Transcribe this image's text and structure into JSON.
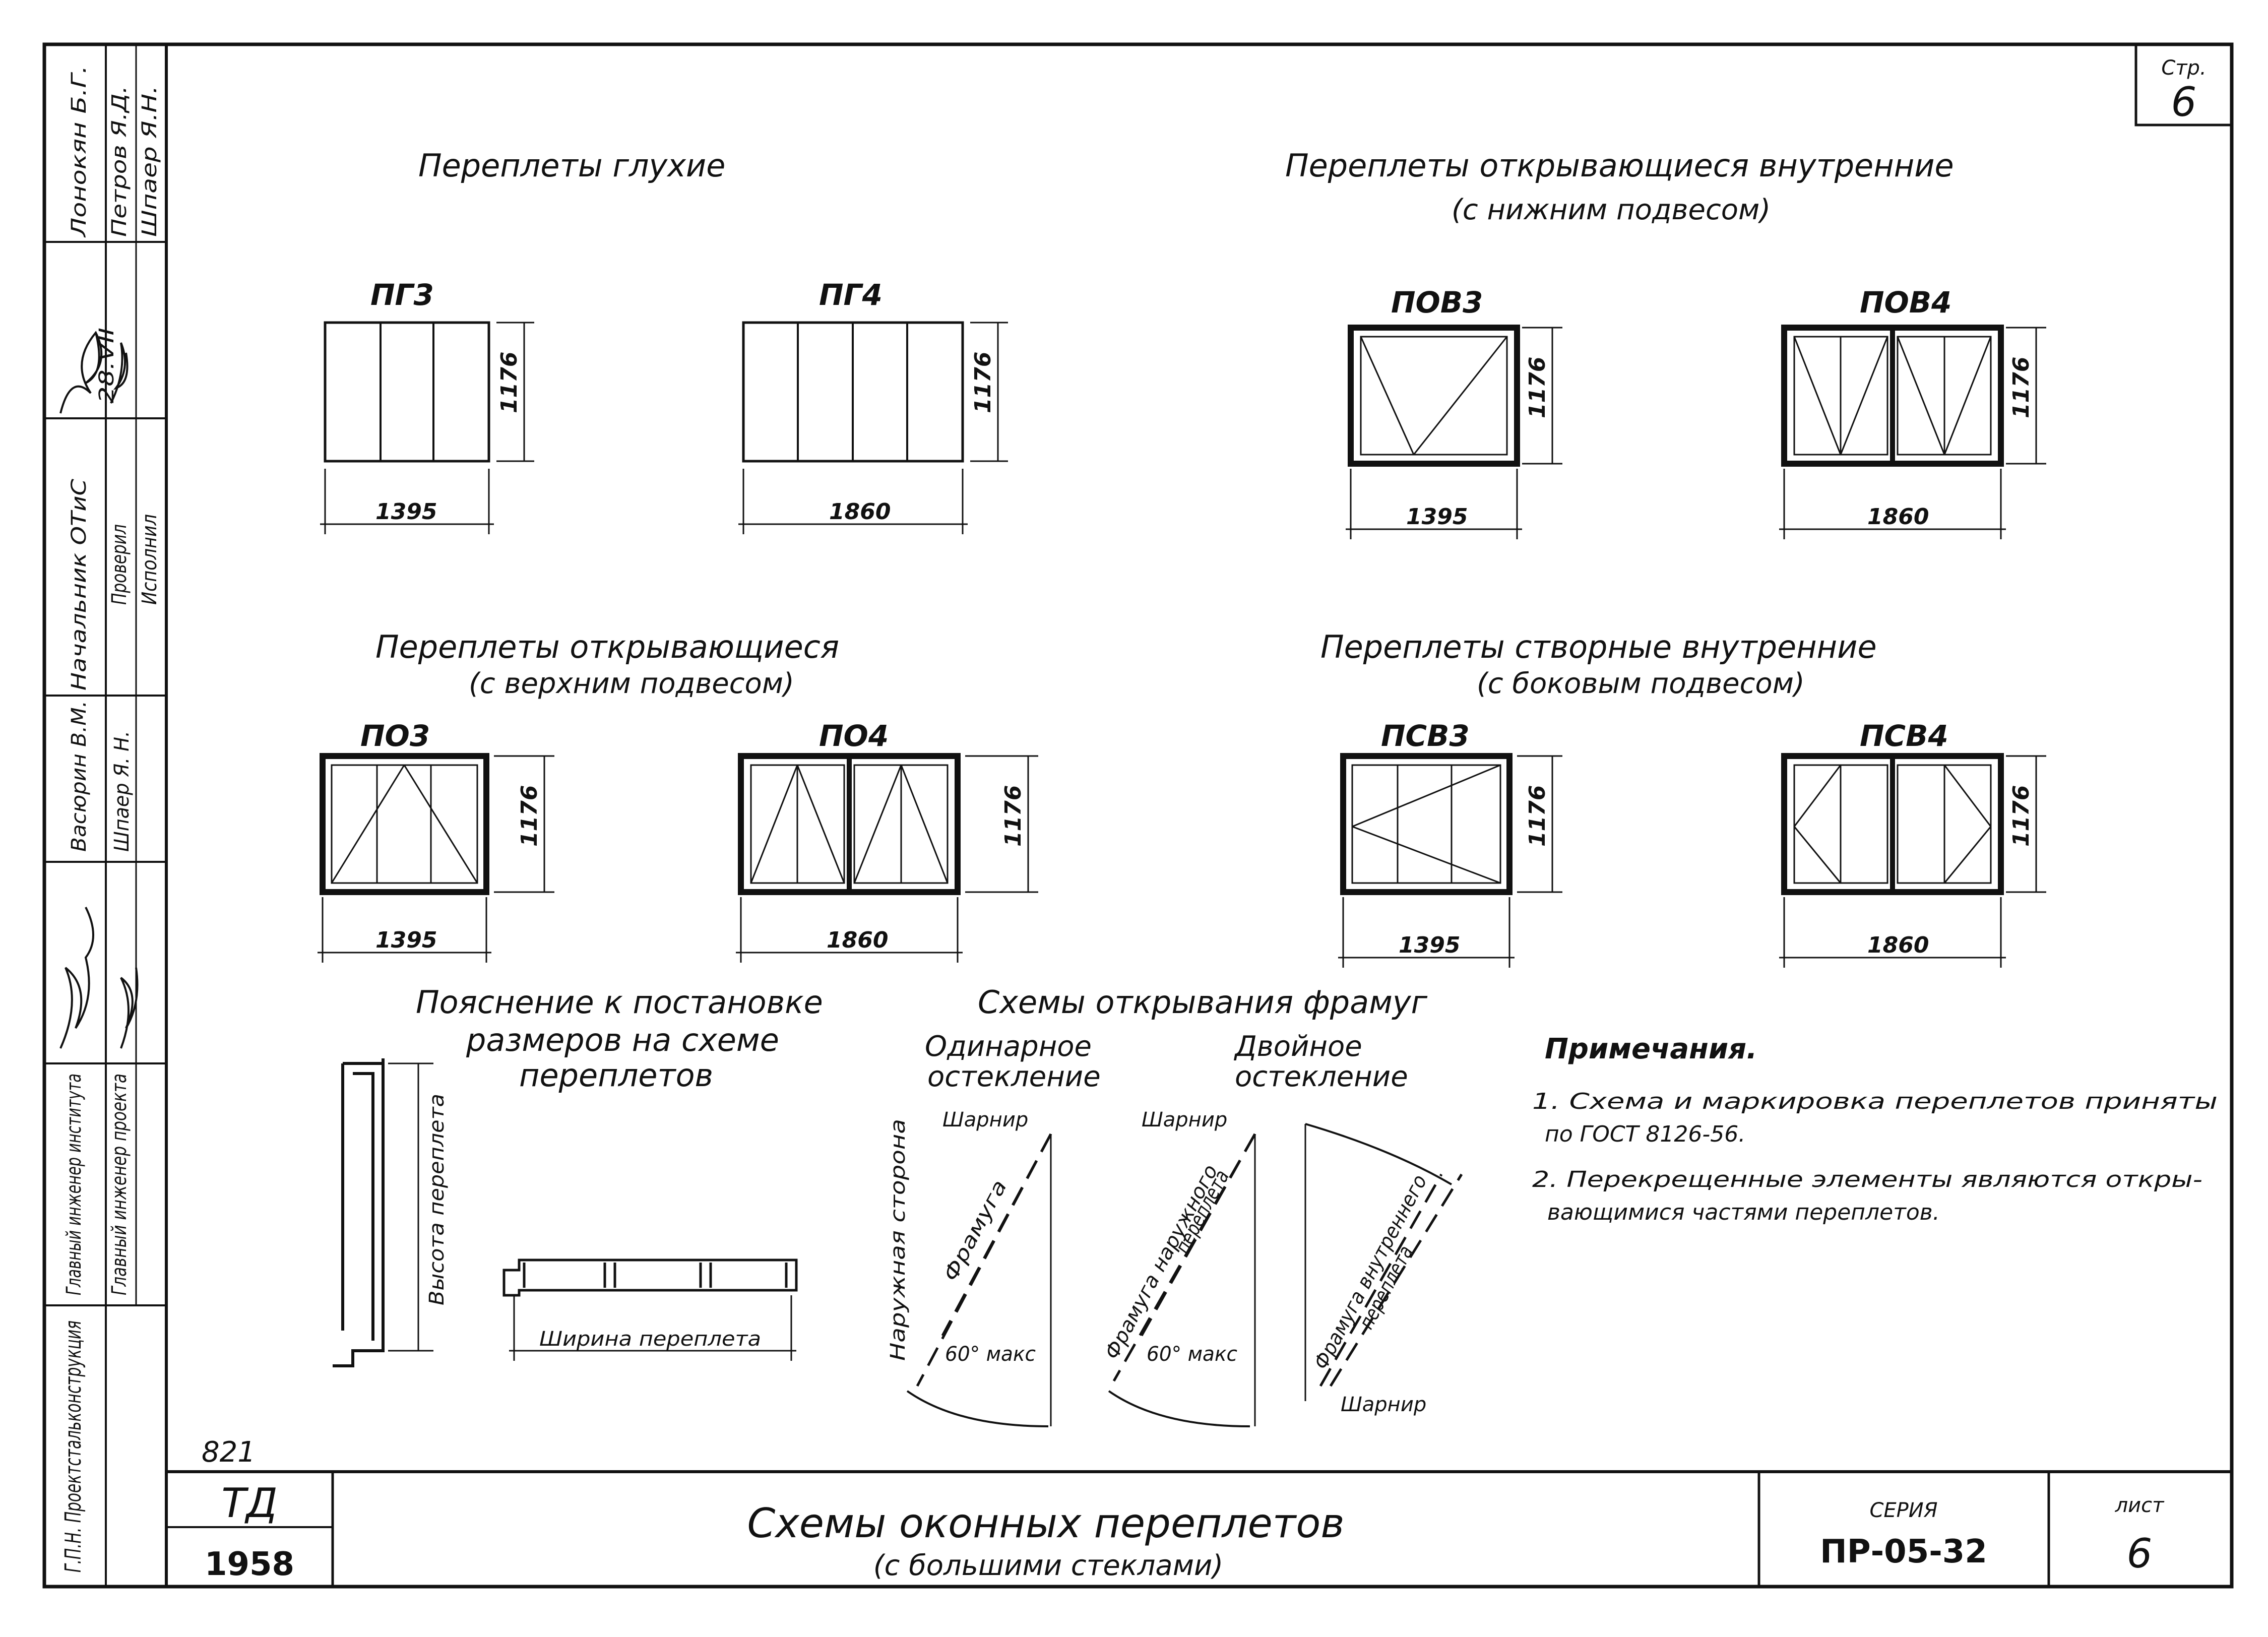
{
  "page_number": {
    "label": "Стр.",
    "value": "6"
  },
  "sidebar": {
    "rows": [
      {
        "role": "Г.П.Н. Проектстальконструкция",
        "role2": "",
        "name": "",
        "date": ""
      },
      {
        "role": "Главный инженер института",
        "name": "Васюрин В.М.",
        "extra": ""
      },
      {
        "role": "Главный инженер проекта",
        "name": "Шпаер Я. Н.",
        "extra": ""
      },
      {
        "role": "Начальник ОТиС",
        "name": "Лонокян Б.Г.",
        "date": "28.VII"
      },
      {
        "role": "Проверил",
        "name": "Петров Я.Д.",
        "extra": ""
      },
      {
        "role": "Исполнил",
        "name": "Шпаер Я.Н.",
        "extra": ""
      }
    ],
    "number": "821"
  },
  "sections": {
    "blind": {
      "title": "Переплеты глухие",
      "subtitle": ""
    },
    "inner_bottom": {
      "title": "Переплеты открывающиеся внутренние",
      "subtitle": "(с нижним подвесом)"
    },
    "top_hung": {
      "title": "Переплеты открывающиеся",
      "subtitle": "(с верхним подвесом)"
    },
    "side_hung": {
      "title": "Переплеты створные внутренние",
      "subtitle": "(с боковым подвесом)"
    },
    "explanation": {
      "title": "Пояснение к постановке размеров на схеме переплетов",
      "line1": "Пояснение к постановке",
      "line2": "размеров на схеме",
      "line3": "переплетов"
    },
    "opening": {
      "title": "Схемы открывания фрамуг"
    }
  },
  "windows": [
    {
      "mark": "ПГ3",
      "width": "1395",
      "height": "1176"
    },
    {
      "mark": "ПГ4",
      "width": "1860",
      "height": "1176"
    },
    {
      "mark": "ПОВ3",
      "width": "1395",
      "height": "1176"
    },
    {
      "mark": "ПОВ4",
      "width": "1860",
      "height": "1176"
    },
    {
      "mark": "ПО3",
      "width": "1395",
      "height": "1176"
    },
    {
      "mark": "ПО4",
      "width": "1860",
      "height": "1176"
    },
    {
      "mark": "ПСВ3",
      "width": "1395",
      "height": "1176"
    },
    {
      "mark": "ПСВ4",
      "width": "1860",
      "height": "1176"
    }
  ],
  "explanation_labels": {
    "height": "Высота переплета",
    "width": "Ширина переплета"
  },
  "opening_schemes": {
    "single": {
      "title1": "Одинарное",
      "title2": "остекление",
      "hinge": "Шарнир",
      "side": "Наружная сторона",
      "frame": "Фрамуга",
      "angle": "60° макс"
    },
    "double": {
      "title1": "Двойное",
      "title2": "остекление",
      "hinge": "Шарнир",
      "outer1": "Фрамуга наружного",
      "outer2": "переплета",
      "inner1": "Фрамуга внутреннего",
      "inner2": "переплета",
      "angle": "60° макс",
      "hinge2": "Шарнир"
    }
  },
  "notes": {
    "title": "Примечания.",
    "items": [
      "1. Схема и маркировка переплетов приняты",
      "по ГОСТ 8126-56.",
      "2. Перекрещенные элементы являются откры-",
      "вающимися частями переплетов."
    ]
  },
  "stamp": {
    "org": "ТД",
    "year": "1958",
    "title": "Схемы оконных переплетов",
    "subtitle": "(с большими стеклами)",
    "series_label": "СЕРИЯ",
    "series": "ПР-05-32",
    "sheet_label": "лист",
    "sheet": "6"
  }
}
